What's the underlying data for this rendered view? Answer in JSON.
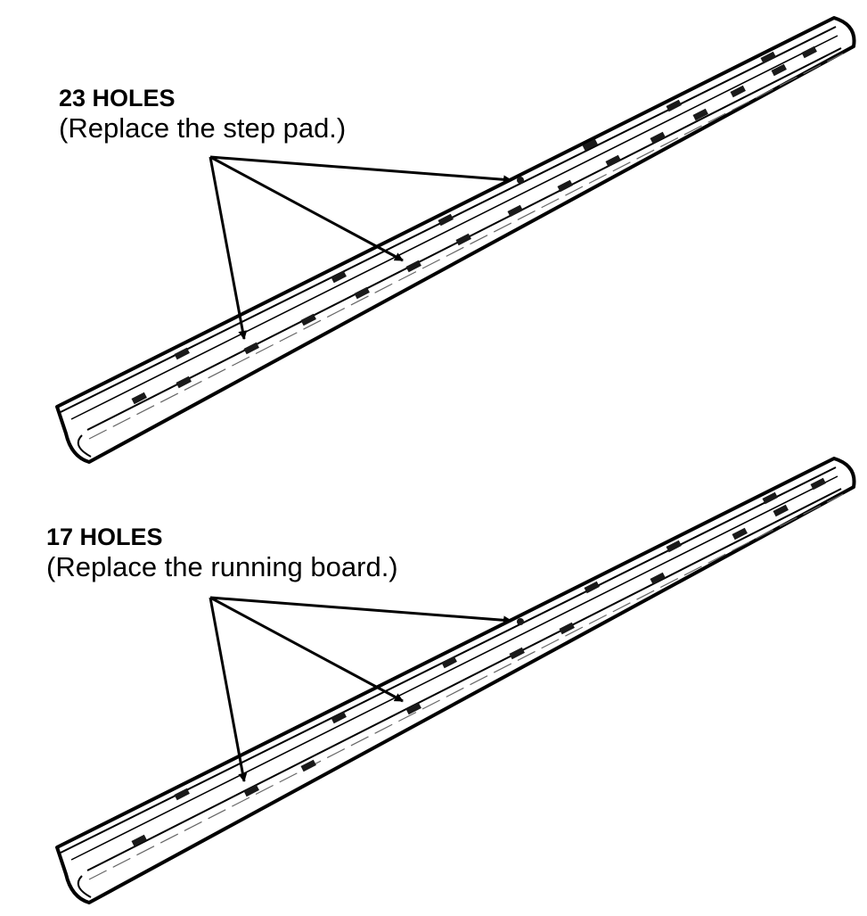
{
  "labels": {
    "top": {
      "count": "23 HOLES",
      "note": "(Replace the step pad.)"
    },
    "bottom": {
      "count": "17 HOLES",
      "note": "(Replace the running board.)"
    }
  },
  "colors": {
    "line": "#000000",
    "fill": "#ffffff",
    "hole": "#1a1a1a",
    "stripe": "#666666"
  }
}
